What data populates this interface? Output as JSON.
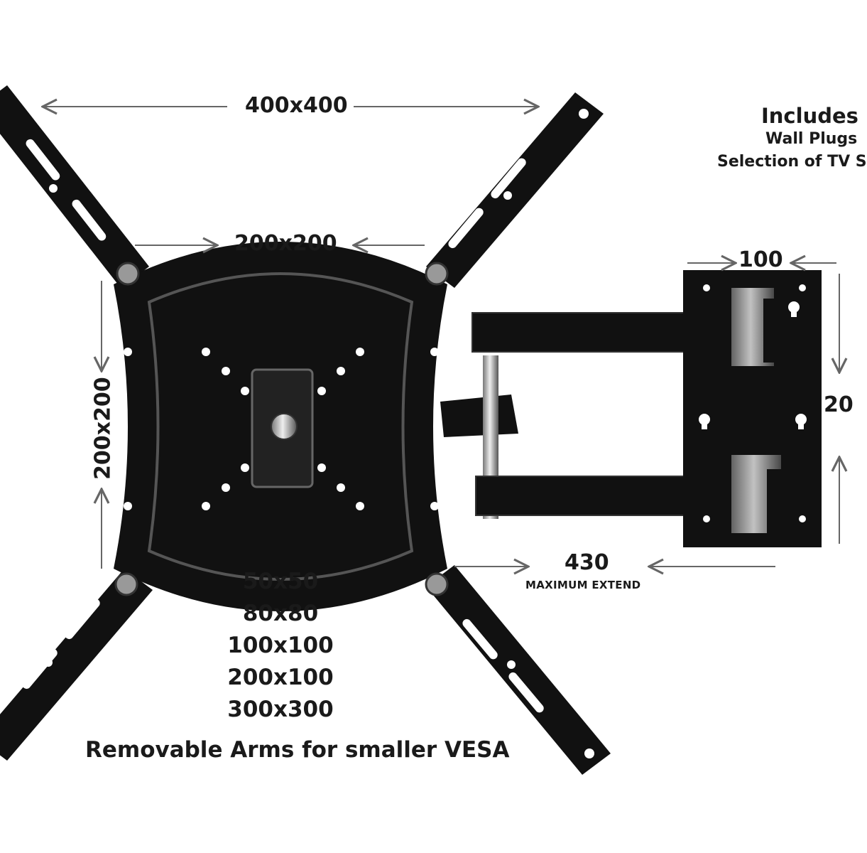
{
  "dimensions": {
    "top_width": "400x400",
    "inner_width": "200x200",
    "inner_height": "200x200",
    "wall_plate_width": "100",
    "wall_plate_height": "20",
    "extend_value": "430",
    "extend_label": "MAXIMUM EXTEND"
  },
  "vesa_sizes": [
    "50x50",
    "80x80",
    "100x100",
    "200x100",
    "300x300"
  ],
  "caption": "Removable Arms for smaller VESA",
  "includes": {
    "title": "Includes",
    "lines": [
      "Wall Plugs",
      "Selection of TV S"
    ]
  },
  "colors": {
    "metal": "#111111",
    "background": "#ffffff",
    "arrow": "#666666"
  }
}
